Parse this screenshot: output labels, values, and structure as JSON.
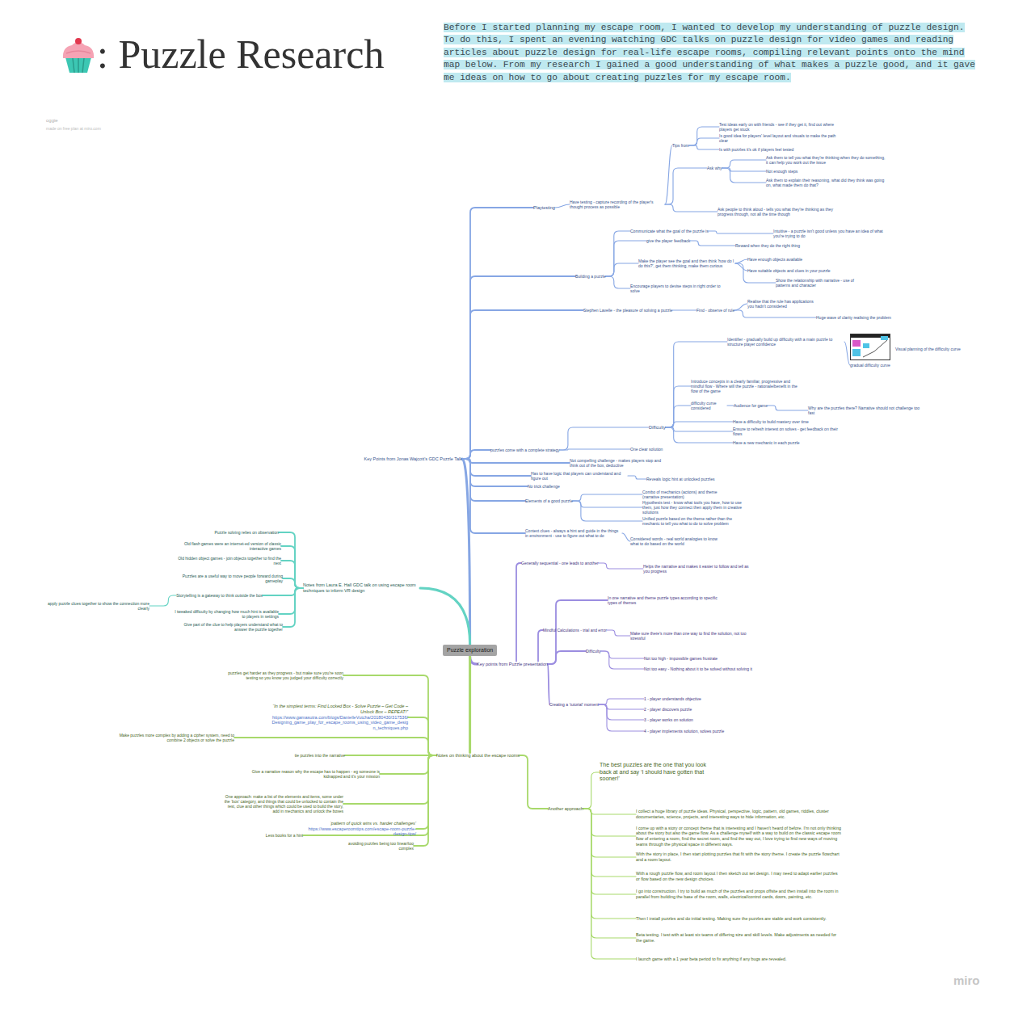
{
  "diagram": {
    "title": ": Puzzle Research",
    "caption": "Before I started planning my escape room, I wanted to develop my understanding of puzzle design. To do this, I spent an evening watching GDC talks on puzzle design for video games and reading articles about puzzle design for real-life escape rooms, compiling relevant points onto the mind map below. From my research I gained a good understanding of what makes a puzzle good, and it gave me ideas on how to go about creating puzzles for my escape room.",
    "nodes": [
      {
        "text": [
          "Puzzle exploration"
        ]
      },
      {
        "text": [
          "Key Points from Jonas Wajcott's GDC Puzzle Talk"
        ]
      },
      {
        "text": [
          "Playtesting"
        ]
      },
      {
        "text": [
          "Have testing - capture recording of the player's thought process as possible"
        ]
      },
      {
        "text": [
          "Tips from"
        ]
      },
      {
        "text": [
          "Test ideas early on with friends - see if they get it, find out where players get stuck"
        ]
      },
      {
        "text": [
          "Is good idea for players' level layout and visuals to make the path clear"
        ]
      },
      {
        "text": [
          "Is with puzzles it's ok if players feel tested"
        ]
      },
      {
        "text": [
          "Ask why"
        ]
      },
      {
        "text": [
          "Ask them to tell you what they're thinking when they do something, it can help you work out the issue"
        ]
      },
      {
        "text": [
          "Not enough steps"
        ]
      },
      {
        "text": [
          "Ask them to explain their reasoning, what did they think was going on, what made them do that?"
        ]
      },
      {
        "text": [
          "Ask people to think aloud - tells you what they're thinking as they progress through, not all the time though"
        ]
      },
      {
        "text": [
          "Building a puzzle"
        ]
      },
      {
        "text": [
          "Communicate what the goal of the puzzle is"
        ]
      },
      {
        "text": [
          "give the player feedback"
        ]
      },
      {
        "text": [
          "Intuitive - a puzzle isn't good unless you have an idea of what you're trying to do"
        ]
      },
      {
        "text": [
          "Reward when they do the right thing"
        ]
      },
      {
        "text": [
          "Make the player see the goal and then think 'how do I do this?', get them thinking, make them curious"
        ]
      },
      {
        "text": [
          "Have enough objects available"
        ]
      },
      {
        "text": [
          "Have suitable objects and clues in your puzzle"
        ]
      },
      {
        "text": [
          "Show the relationship with narrative - use of patterns and character"
        ]
      },
      {
        "text": [
          "Encourage players to devise steps in right order to solve"
        ]
      },
      {
        "text": [
          "Stephen Lavelle - the pleasure of solving a puzzle"
        ]
      },
      {
        "text": [
          "Find - observe of rule"
        ]
      },
      {
        "text": [
          "Realise that the rule has applications you hadn't considered"
        ]
      },
      {
        "text": [
          "Huge wave of clarity realising the problem"
        ]
      },
      {
        "text": [
          "puzzles come with a complete strategy"
        ]
      },
      {
        "text": [
          "Difficulty"
        ]
      },
      {
        "text": [
          "Identifier - gradually build up difficulty with a main puzzle to structure player confidence"
        ]
      },
      {
        "text": [
          "gradual difficulty curve"
        ]
      },
      {
        "text": [
          "Introduce concepts in a clearly familiar, progressive and mindful flow - Where will the puzzle - rationale/benefit in the flow of the game"
        ]
      },
      {
        "text": [
          "difficulty curve considered"
        ]
      },
      {
        "text": [
          "Audience for game"
        ]
      },
      {
        "text": [
          "Why are the puzzles there? Narrative should not challenge too fast"
        ]
      },
      {
        "text": [
          "Have a difficulty to build mastery over time"
        ]
      },
      {
        "text": [
          "Ensure to refresh interest on solves - get feedback on their flows"
        ]
      },
      {
        "text": [
          "Have a new mechanic in each puzzle"
        ]
      },
      {
        "text": [
          "One clear solution"
        ]
      },
      {
        "text": [
          "Not compelling challenge - makes players stop and think out of the box, deductive"
        ]
      },
      {
        "text": [
          "Has to have logic that players can understand and figure out"
        ]
      },
      {
        "text": [
          "Reveals logic hint at unlocked puzzles"
        ]
      },
      {
        "text": [
          "No trick challenge"
        ]
      },
      {
        "text": [
          "Elements of a good puzzle"
        ]
      },
      {
        "text": [
          "Combo of mechanics (actions) and theme (narrative presentation)"
        ]
      },
      {
        "text": [
          "Hypothesis test - know what tools you have, how to use them, just how they connect then apply them in creative solutions"
        ]
      },
      {
        "text": [
          "Unified puzzle based on the theme rather than the mechanic to tell you what to do to solve problem"
        ]
      },
      {
        "text": [
          "Context clues - always a hint and guide in the things in environment - use to figure out what to do"
        ]
      },
      {
        "text": [
          "Considered words - real world analogies to know what to do based on the world"
        ]
      },
      {
        "text": [
          "Key points from Puzzle presentation"
        ]
      },
      {
        "text": [
          "Generally sequential - one leads to another"
        ]
      },
      {
        "text": [
          "Helps the narrative and makes it easier to follow and tell as you progress"
        ]
      },
      {
        "text": [
          "In one narrative and theme puzzle types according to specific types of themes"
        ]
      },
      {
        "text": [
          "Mindful Calculations - trial and error"
        ]
      },
      {
        "text": [
          "Make sure there's more than one way to find the solution, not too stressful"
        ]
      },
      {
        "text": [
          "Difficulty"
        ]
      },
      {
        "text": [
          "Not too high - impossible games frustrate"
        ]
      },
      {
        "text": [
          "Not too easy - Nothing about it to be solved without solving it"
        ]
      },
      {
        "text": [
          "Creating a ‘tutorial’ moment"
        ]
      },
      {
        "text": [
          "1 - player understands objective"
        ]
      },
      {
        "text": [
          "2 - player discovers puzzle"
        ]
      },
      {
        "text": [
          "3 - player works on solution"
        ]
      },
      {
        "text": [
          "4 - player implements solution, solves puzzle"
        ]
      },
      {
        "text": [
          "Notes from Laura E. Hall GDC talk on using escape room techniques to inform VR design"
        ]
      },
      {
        "text": [
          "Puzzle solving relies on observation"
        ]
      },
      {
        "text": [
          "Old flash games were an internet-ed version of classic interactive games"
        ]
      },
      {
        "text": [
          "Old hidden object games - join objects together to find the next"
        ]
      },
      {
        "text": [
          "Puzzles are a useful way to move people forward during gameplay"
        ]
      },
      {
        "text": [
          "Storytelling is a gateway to think outside the box"
        ]
      },
      {
        "text": [
          "apply puzzle clues together to show the connection more clearly"
        ]
      },
      {
        "text": [
          "I tweaked difficulty by changing how much hint is available to players in settings"
        ]
      },
      {
        "text": [
          "Give part of the clue to help players understand what to answer the puzzle together"
        ]
      },
      {
        "text": [
          "Notes on thinking about the escape rooms"
        ]
      },
      {
        "text": [
          "puzzles get harder as they progress - but make sure you're soon testing so you know you judged your difficulty correctly"
        ]
      },
      {
        "text": [
          "“In the simplest terms: Find Locked Box - Solve Puzzle – Get Code – Unlock Box – REPEAT!”",
          "https://www.gamasutra.com/blogs/DanielleVutcha/20180430/317536/Designing_game_play_for_escape_rooms_using_video_game_design_techniques.php"
        ]
      },
      {
        "text": [
          "Make puzzles more complex by adding a cipher system, need to combine 2 objects or solve the puzzle"
        ]
      },
      {
        "text": [
          "tie puzzles into the narrative"
        ]
      },
      {
        "text": [
          "Give a narrative reason why the escape has to happen - eg someone is kidnapped and it's your mission"
        ]
      },
      {
        "text": [
          "One approach: make a list of the elements and items, some under the ‘box’ category, and things that could be unlocked to contain the rest, clue and other things which could be used to build the story, add in mechanics and unlock the boxes"
        ]
      },
      {
        "text": [
          "Less books for a hint"
        ]
      },
      {
        "text": [
          "‘pattern of quick wins vs. harder challenges’",
          "https://www.escaperoomtips.com/escape-room-puzzle-design-tips/"
        ]
      },
      {
        "text": [
          "avoiding puzzles being too linear/too complex"
        ]
      },
      {
        "text": [
          "Another approach"
        ]
      },
      {
        "text": [
          "The best puzzles are the one that you look back at and say ‘I should have gotten that sooner!’"
        ]
      },
      {
        "text": [
          "I collect a huge library of puzzle ideas. Physical, perspective, logic, pattern, old games, riddles, cluster documentaries, science, projects, and interesting ways to hide information, etc."
        ]
      },
      {
        "text": [
          "I come up with a story or concept theme that is interesting and I haven't heard of before. I'm not only thinking about the story but also the game flow. As a challenge myself with a way to build on the classic escape room flow of entering a room, find the secret room, and find the way out, I love trying to find new ways of moving teams through the physical space in different ways."
        ]
      },
      {
        "text": [
          "With the story in place, I then start plotting puzzles that fit with the story theme. I create the puzzle flowchart and a room layout."
        ]
      },
      {
        "text": [
          "With a rough puzzle flow, and room layout I then sketch out set design. I may need to adapt earlier puzzles or flow based on the new design choices."
        ]
      },
      {
        "text": [
          "I go into construction. I try to build as much of the puzzles and props offsite and then install into the room in parallel from building the base of the room, walls, electrical/control cards, doors, painting, etc."
        ]
      },
      {
        "text": [
          "Then I install puzzles and do initial testing. Making sure the puzzles are stable and work consistently."
        ]
      },
      {
        "text": [
          "Beta testing. I test with at least six teams of differing size and skill levels. Make adjustments as needed for the game."
        ]
      },
      {
        "text": [
          "I launch game with a 1 year beta period to fix anything if any bugs are revealed."
        ]
      }
    ],
    "edges": [
      {
        "from": 0,
        "to": 1,
        "arrow": "none"
      },
      {
        "from": 1,
        "to": 2,
        "arrow": "none"
      },
      {
        "from": 2,
        "to": 3,
        "arrow": "none"
      },
      {
        "from": 3,
        "to": 4,
        "arrow": "none"
      },
      {
        "from": 4,
        "to": 5,
        "arrow": "none"
      },
      {
        "from": 4,
        "to": 6,
        "arrow": "none"
      },
      {
        "from": 4,
        "to": 7,
        "arrow": "none"
      },
      {
        "from": 3,
        "to": 8,
        "arrow": "none"
      },
      {
        "from": 8,
        "to": 9,
        "arrow": "none"
      },
      {
        "from": 8,
        "to": 10,
        "arrow": "none"
      },
      {
        "from": 8,
        "to": 11,
        "arrow": "none"
      },
      {
        "from": 3,
        "to": 12,
        "arrow": "none"
      },
      {
        "from": 1,
        "to": 13,
        "arrow": "none"
      },
      {
        "from": 13,
        "to": 14,
        "arrow": "none"
      },
      {
        "from": 13,
        "to": 15,
        "arrow": "none"
      },
      {
        "from": 14,
        "to": 16,
        "arrow": "none"
      },
      {
        "from": 15,
        "to": 17,
        "arrow": "none"
      },
      {
        "from": 13,
        "to": 18,
        "arrow": "none"
      },
      {
        "from": 18,
        "to": 19,
        "arrow": "none"
      },
      {
        "from": 18,
        "to": 20,
        "arrow": "none"
      },
      {
        "from": 18,
        "to": 21,
        "arrow": "none"
      },
      {
        "from": 13,
        "to": 22,
        "arrow": "none"
      },
      {
        "from": 1,
        "to": 23,
        "arrow": "none"
      },
      {
        "from": 23,
        "to": 24,
        "arrow": "none"
      },
      {
        "from": 24,
        "to": 25,
        "arrow": "none"
      },
      {
        "from": 24,
        "to": 26,
        "arrow": "none"
      },
      {
        "from": 1,
        "to": 27,
        "arrow": "none"
      },
      {
        "from": 27,
        "to": 28,
        "arrow": "none"
      },
      {
        "from": 28,
        "to": 29,
        "arrow": "none"
      },
      {
        "from": 29,
        "to": 30,
        "arrow": "none"
      },
      {
        "from": 28,
        "to": 31,
        "arrow": "none"
      },
      {
        "from": 28,
        "to": 32,
        "arrow": "none"
      },
      {
        "from": 32,
        "to": 33,
        "arrow": "none"
      },
      {
        "from": 33,
        "to": 34,
        "arrow": "none"
      },
      {
        "from": 28,
        "to": 35,
        "arrow": "none"
      },
      {
        "from": 28,
        "to": 36,
        "arrow": "none"
      },
      {
        "from": 28,
        "to": 37,
        "arrow": "none"
      },
      {
        "from": 27,
        "to": 38,
        "arrow": "none"
      },
      {
        "from": 1,
        "to": 39,
        "arrow": "none"
      },
      {
        "from": 1,
        "to": 40,
        "arrow": "none"
      },
      {
        "from": 40,
        "to": 41,
        "arrow": "none"
      },
      {
        "from": 1,
        "to": 42,
        "arrow": "none"
      },
      {
        "from": 1,
        "to": 43,
        "arrow": "none"
      },
      {
        "from": 43,
        "to": 44,
        "arrow": "none"
      },
      {
        "from": 43,
        "to": 45,
        "arrow": "none"
      },
      {
        "from": 43,
        "to": 46,
        "arrow": "none"
      },
      {
        "from": 1,
        "to": 47,
        "arrow": "none"
      },
      {
        "from": 47,
        "to": 48,
        "arrow": "none"
      },
      {
        "from": 0,
        "to": 49,
        "arrow": "none"
      },
      {
        "from": 49,
        "to": 50,
        "arrow": "none"
      },
      {
        "from": 50,
        "to": 51,
        "arrow": "none"
      },
      {
        "from": 49,
        "to": 52,
        "arrow": "none"
      },
      {
        "from": 49,
        "to": 53,
        "arrow": "none"
      },
      {
        "from": 53,
        "to": 54,
        "arrow": "none"
      },
      {
        "from": 49,
        "to": 55,
        "arrow": "none"
      },
      {
        "from": 55,
        "to": 56,
        "arrow": "none"
      },
      {
        "from": 55,
        "to": 57,
        "arrow": "none"
      },
      {
        "from": 49,
        "to": 58,
        "arrow": "none"
      },
      {
        "from": 58,
        "to": 59,
        "arrow": "none"
      },
      {
        "from": 58,
        "to": 60,
        "arrow": "none"
      },
      {
        "from": 58,
        "to": 61,
        "arrow": "none"
      },
      {
        "from": 58,
        "to": 62,
        "arrow": "none"
      },
      {
        "from": 0,
        "to": 63,
        "arrow": "none"
      },
      {
        "from": 63,
        "to": 64,
        "arrow": "none"
      },
      {
        "from": 63,
        "to": 65,
        "arrow": "none"
      },
      {
        "from": 63,
        "to": 66,
        "arrow": "none"
      },
      {
        "from": 63,
        "to": 67,
        "arrow": "none"
      },
      {
        "from": 63,
        "to": 68,
        "arrow": "none"
      },
      {
        "from": 68,
        "to": 69,
        "arrow": "none"
      },
      {
        "from": 63,
        "to": 70,
        "arrow": "none"
      },
      {
        "from": 63,
        "to": 71,
        "arrow": "none"
      },
      {
        "from": 0,
        "to": 72,
        "arrow": "none"
      },
      {
        "from": 72,
        "to": 73,
        "arrow": "none"
      },
      {
        "from": 72,
        "to": 74,
        "arrow": "none"
      },
      {
        "from": 72,
        "to": 75,
        "arrow": "none"
      },
      {
        "from": 72,
        "to": 76,
        "arrow": "none"
      },
      {
        "from": 72,
        "to": 77,
        "arrow": "none"
      },
      {
        "from": 72,
        "to": 78,
        "arrow": "none"
      },
      {
        "from": 72,
        "to": 79,
        "arrow": "none"
      },
      {
        "from": 72,
        "to": 80,
        "arrow": "none"
      },
      {
        "from": 72,
        "to": 81,
        "arrow": "none"
      },
      {
        "from": 72,
        "to": 82,
        "arrow": "none"
      },
      {
        "from": 82,
        "to": 83,
        "arrow": "none"
      },
      {
        "from": 82,
        "to": 84,
        "arrow": "none"
      },
      {
        "from": 82,
        "to": 85,
        "arrow": "none"
      },
      {
        "from": 82,
        "to": 86,
        "arrow": "none"
      },
      {
        "from": 82,
        "to": 87,
        "arrow": "none"
      },
      {
        "from": 82,
        "to": 88,
        "arrow": "none"
      },
      {
        "from": 82,
        "to": 89,
        "arrow": "none"
      },
      {
        "from": 82,
        "to": 90,
        "arrow": "none"
      },
      {
        "from": 82,
        "to": 91,
        "arrow": "none"
      }
    ],
    "labels": [
      "oggie",
      "made on free plan at miro.com",
      "Visual planning of the difficulty curve",
      "miro"
    ]
  }
}
